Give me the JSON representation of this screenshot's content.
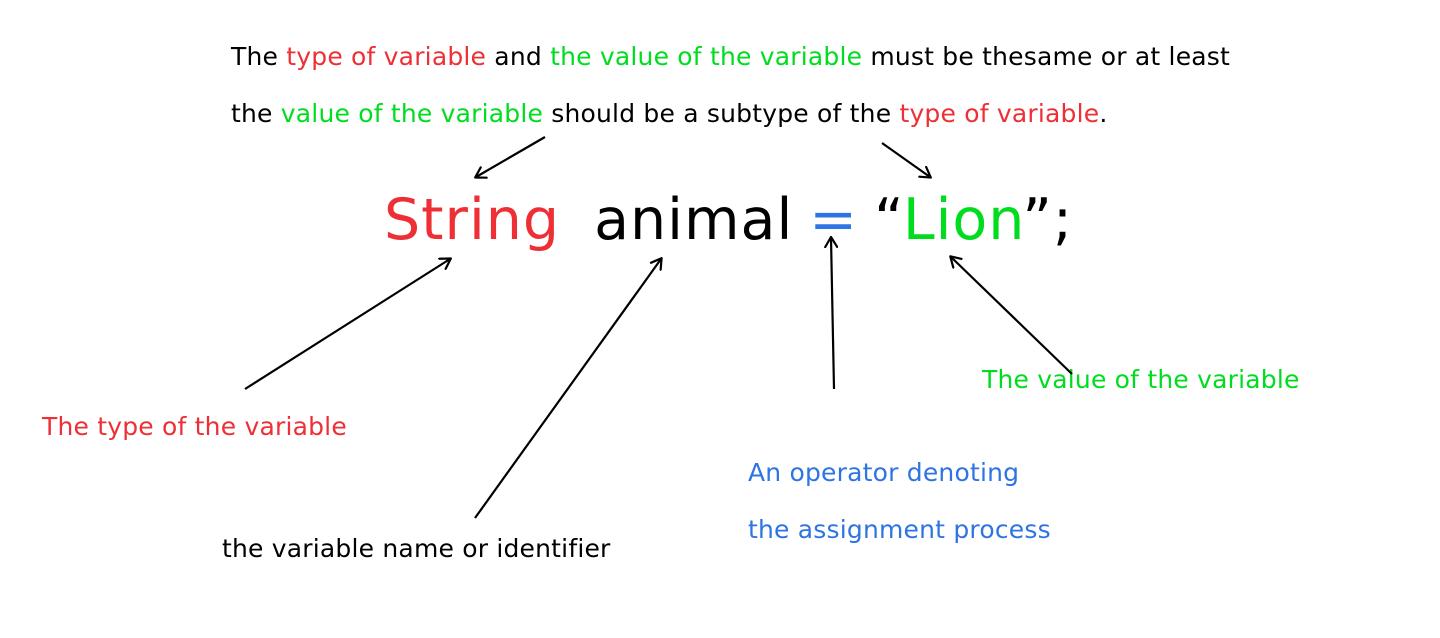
{
  "note": {
    "line1": [
      {
        "text": "The ",
        "color": "black"
      },
      {
        "text": "type of variable",
        "color": "red"
      },
      {
        "text": " and  ",
        "color": "black"
      },
      {
        "text": "the value of the variable",
        "color": "green"
      },
      {
        "text": " must  be thesame or at least",
        "color": "black"
      }
    ],
    "line2": [
      {
        "text": "the ",
        "color": "black"
      },
      {
        "text": "value of the variable",
        "color": "green"
      },
      {
        "text": " should be a subtype of the ",
        "color": "black"
      },
      {
        "text": "type of variable",
        "color": "red"
      },
      {
        "text": ".",
        "color": "black"
      }
    ]
  },
  "code": {
    "type": "String",
    "name": "animal",
    "operator": "=",
    "open_quote": "“",
    "value": "Lion",
    "close": "”;"
  },
  "labels": {
    "type": "The type of the variable",
    "name": "the variable name or identifier",
    "operator_line1": "An operator denoting",
    "operator_line2": "the assignment process",
    "value": "The value of the variable"
  },
  "colors": {
    "red": "#ee2f35",
    "green": "#00dd1f",
    "blue": "#2f74e3",
    "black": "#000000"
  }
}
